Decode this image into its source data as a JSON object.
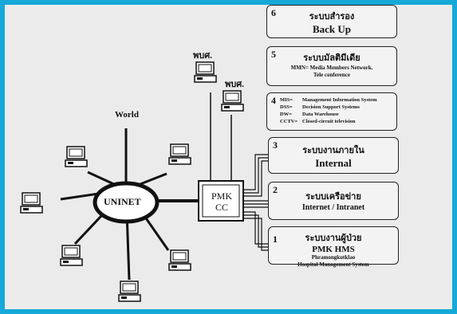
{
  "center": {
    "line1": "PMK",
    "line2": "CC"
  },
  "hub": {
    "label": "UNINET"
  },
  "world_label": "World",
  "top_pc_labels": [
    "พบศ.",
    "พบศ."
  ],
  "boxes": [
    {
      "num": "6",
      "thai": "ระบบสำรอง",
      "english": "Back Up"
    },
    {
      "num": "5",
      "thai": "ระบบมัลติมีเดีย",
      "english_small": "MMN= Media Members Network.",
      "note": "Tele conference"
    },
    {
      "num": "4",
      "rows": [
        {
          "abbr": "MIS=",
          "text": "Management Information System"
        },
        {
          "abbr": "DSS=",
          "text": "Decision Support Systems"
        },
        {
          "abbr": "DW=",
          "text": "Data Warehouse"
        },
        {
          "abbr": "CCTV=",
          "text": "Closed-circuit television"
        }
      ]
    },
    {
      "num": "3",
      "thai": "ระบบงานภายใน",
      "english": "Internal"
    },
    {
      "num": "2",
      "thai": "ระบบเครือข่าย",
      "english": "Internet / Intranet"
    },
    {
      "num": "1",
      "thai": "ระบบงานผู้ป่วย",
      "english": "PMK HMS",
      "sub1": "Phramongkutklao",
      "sub2": "Hospital Management System"
    }
  ]
}
